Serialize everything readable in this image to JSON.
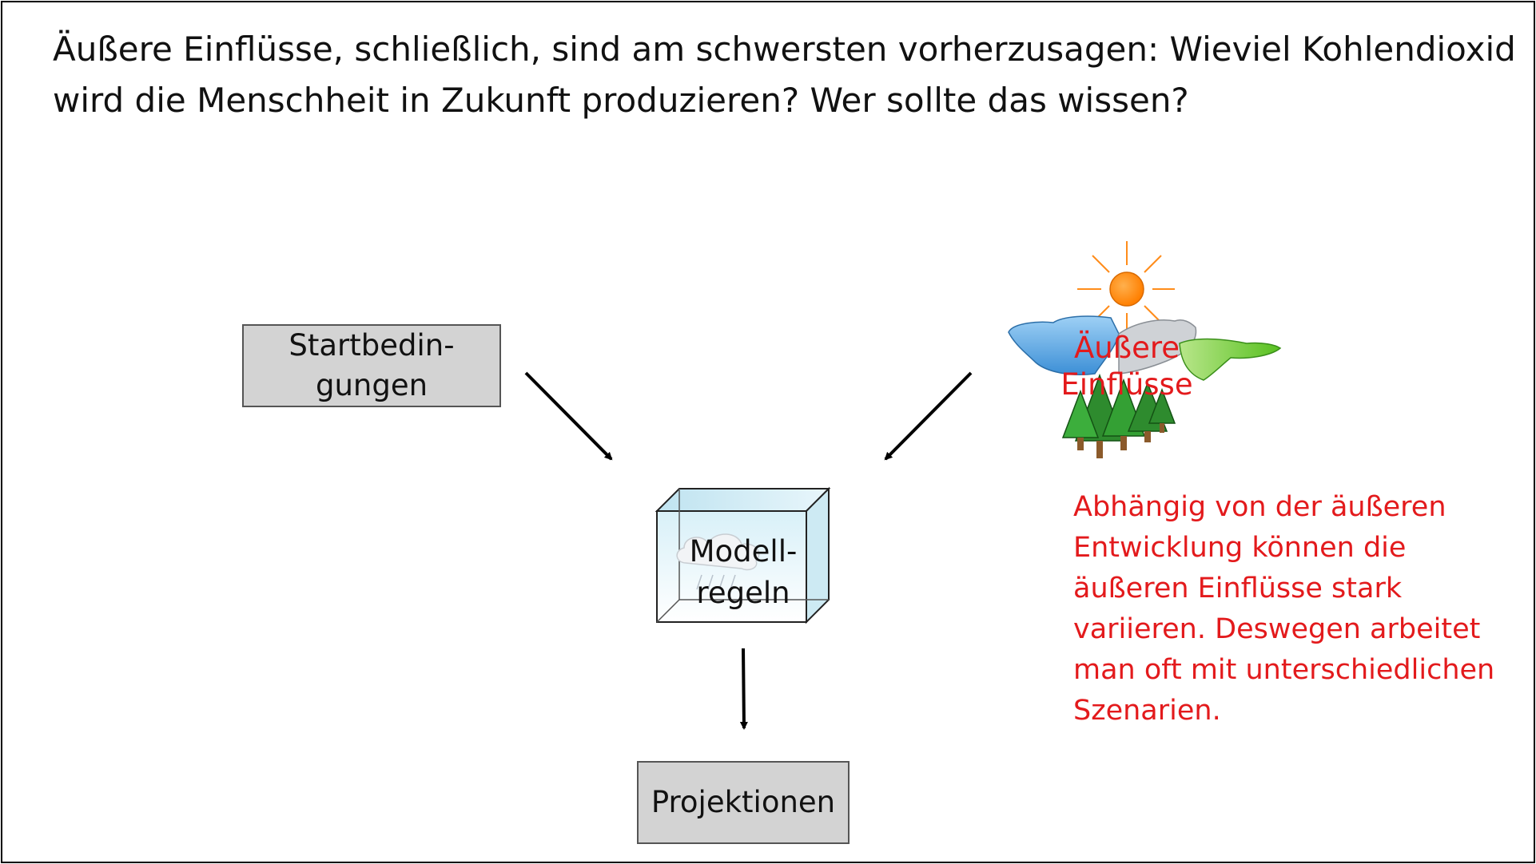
{
  "heading": {
    "line1": "Äußere Einflüsse, schließlich, sind am schwersten vorherzusagen: Wieviel Kohlendioxid",
    "line2": "wird die Menschheit in Zukunft produzieren? Wer sollte das wissen?"
  },
  "nodes": {
    "start": {
      "line1": "Startbedin-",
      "line2": "gungen"
    },
    "model": {
      "line1": "Modell-",
      "line2": "regeln"
    },
    "external": {
      "line1": "Äußere",
      "line2": "Einflüsse"
    },
    "projections": {
      "label": "Projektionen"
    }
  },
  "note": {
    "lines": [
      "Abhängig von der äußeren",
      "Entwicklung können die",
      "äußeren Einflüsse stark",
      "variieren. Deswegen arbeitet",
      "man oft mit unterschiedlichen",
      "Szenarien."
    ]
  },
  "colors": {
    "accent_red": "#e31a1c",
    "box_fill": "#d3d3d3",
    "sun": "#ff8c1a",
    "water": "#5aa9e6",
    "land": "#7ccf3c",
    "trees": "#2e8b2e"
  },
  "icons": {
    "model": "glass-cube-cloud-icon",
    "external": "landscape-sun-trees-icon"
  }
}
